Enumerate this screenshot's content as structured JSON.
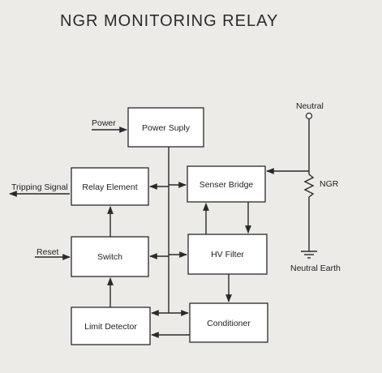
{
  "title": "NGR MONITORING RELAY",
  "blocks": {
    "power_supply": "Power Suply",
    "relay_element": "Relay Element",
    "senser_bridge": "Senser Bridge",
    "switch": "Switch",
    "hv_filter": "HV Filter",
    "limit_detector": "Limit Detector",
    "conditioner": "Conditioner"
  },
  "labels": {
    "power": "Power",
    "tripping_signal": "Tripping Signal",
    "reset": "Reset",
    "neutral": "Neutral",
    "ngr": "NGR",
    "neutral_earth": "Neutral Earth"
  }
}
